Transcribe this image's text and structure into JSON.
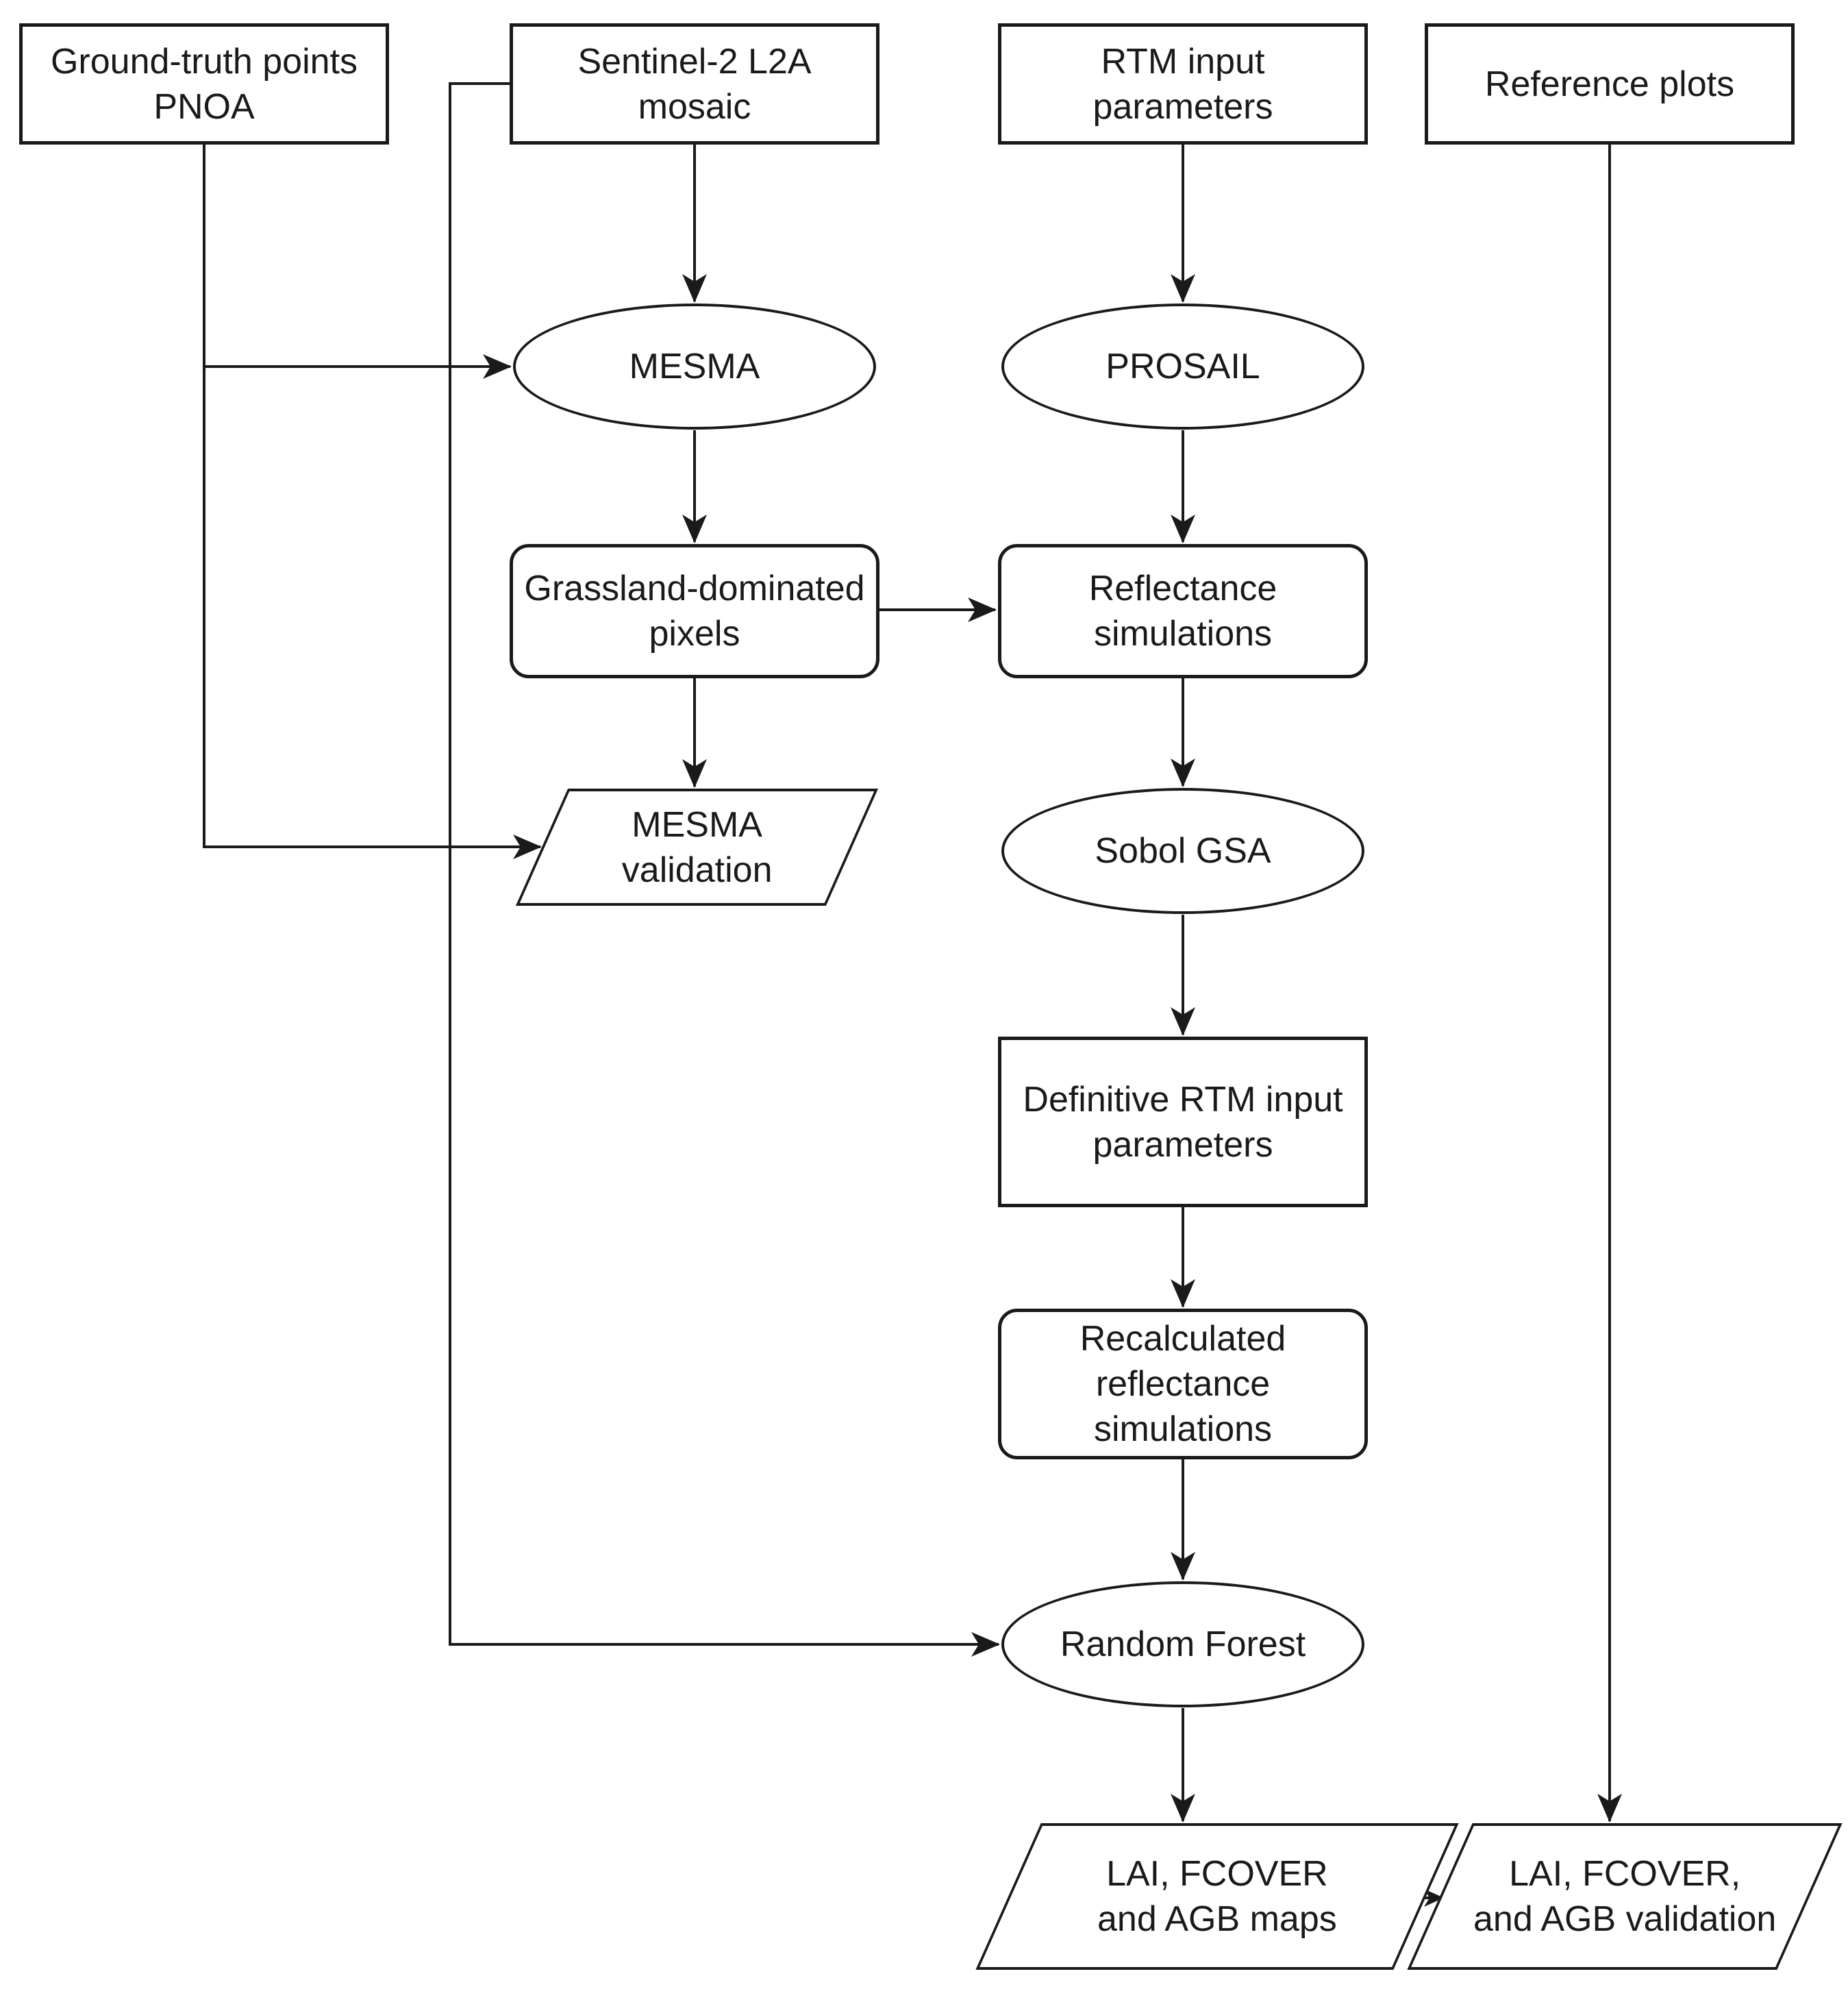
{
  "diagram": {
    "type": "flowchart",
    "colors": {
      "background": "#ffffff",
      "stroke": "#1a1a1a",
      "shape_fill": "#ffffff",
      "text": "#1a1a1a"
    },
    "nodes": {
      "ground_truth": {
        "label": "Ground-truth points\nPNOA",
        "shape": "rectangle"
      },
      "sentinel2": {
        "label": "Sentinel-2 L2A\nmosaic",
        "shape": "rectangle"
      },
      "rtm_input": {
        "label": "RTM input\nparameters",
        "shape": "rectangle"
      },
      "reference_plots": {
        "label": "Reference plots",
        "shape": "rectangle"
      },
      "mesma": {
        "label": "MESMA",
        "shape": "ellipse"
      },
      "prosail": {
        "label": "PROSAIL",
        "shape": "ellipse"
      },
      "grassland": {
        "label": "Grassland-dominated\npixels",
        "shape": "rounded-rectangle"
      },
      "reflectance": {
        "label": "Reflectance\nsimulations",
        "shape": "rounded-rectangle"
      },
      "mesma_validation": {
        "label": "MESMA\nvalidation",
        "shape": "parallelogram"
      },
      "sobol": {
        "label": "Sobol GSA",
        "shape": "ellipse"
      },
      "definitive": {
        "label": "Definitive RTM input\nparameters",
        "shape": "rectangle"
      },
      "recalculated": {
        "label": "Recalculated\nreflectance\nsimulations",
        "shape": "rounded-rectangle"
      },
      "random_forest": {
        "label": "Random Forest",
        "shape": "ellipse"
      },
      "maps": {
        "label": "LAI, FCOVER\nand AGB maps",
        "shape": "parallelogram"
      },
      "validation": {
        "label": "LAI, FCOVER,\nand AGB validation",
        "shape": "parallelogram"
      }
    },
    "edges": [
      {
        "from": "sentinel2",
        "to": "mesma"
      },
      {
        "from": "rtm_input",
        "to": "prosail"
      },
      {
        "from": "mesma",
        "to": "grassland"
      },
      {
        "from": "prosail",
        "to": "reflectance"
      },
      {
        "from": "grassland",
        "to": "reflectance"
      },
      {
        "from": "grassland",
        "to": "mesma_validation"
      },
      {
        "from": "reflectance",
        "to": "sobol"
      },
      {
        "from": "sobol",
        "to": "definitive"
      },
      {
        "from": "definitive",
        "to": "recalculated"
      },
      {
        "from": "recalculated",
        "to": "random_forest"
      },
      {
        "from": "random_forest",
        "to": "maps"
      },
      {
        "from": "maps",
        "to": "validation"
      },
      {
        "from": "reference_plots",
        "to": "validation"
      },
      {
        "from": "ground_truth",
        "to": "mesma"
      },
      {
        "from": "ground_truth",
        "to": "mesma_validation"
      },
      {
        "from": "sentinel2",
        "to": "random_forest"
      }
    ]
  }
}
